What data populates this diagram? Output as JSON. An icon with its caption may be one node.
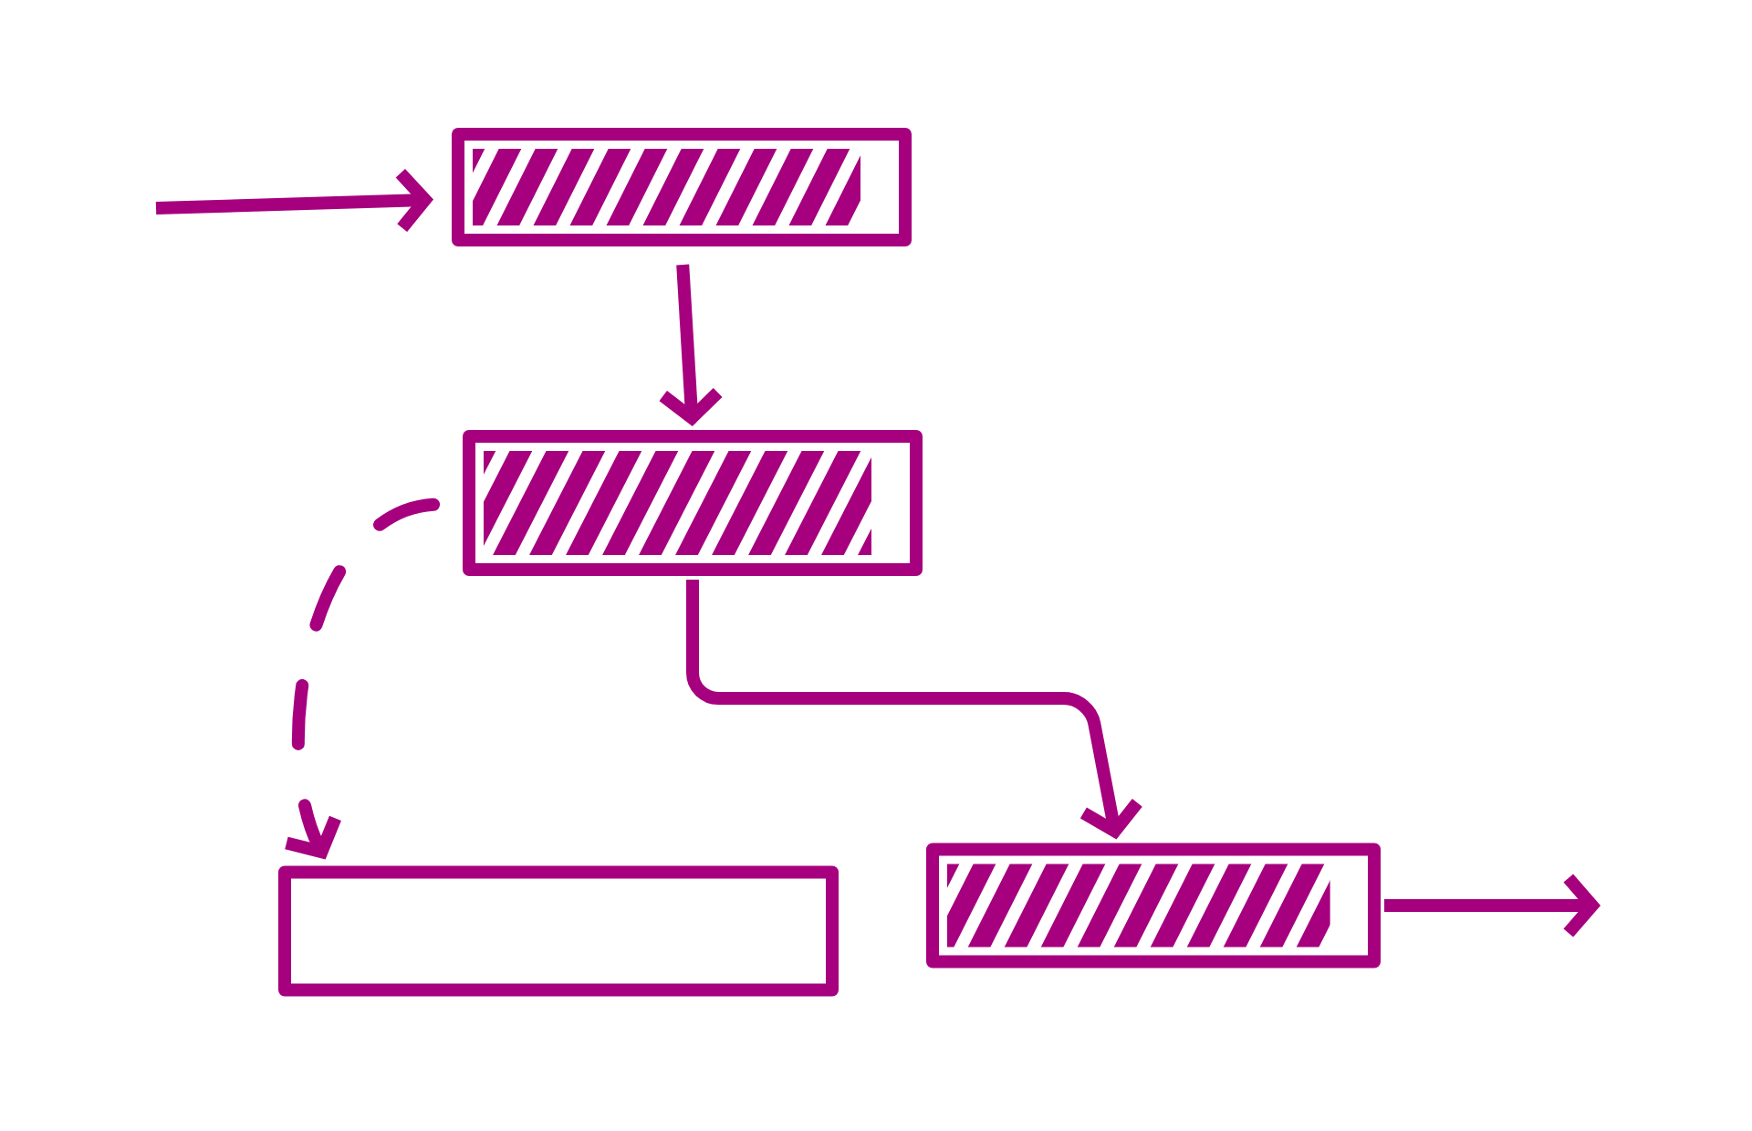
{
  "diagram": {
    "nodes": [
      {
        "text": [],
        "shape": "box"
      },
      {
        "text": [],
        "shape": "box"
      },
      {
        "text": [],
        "shape": "box"
      },
      {
        "text": [],
        "shape": "box"
      }
    ],
    "edges": [
      {
        "from": null,
        "to": 0,
        "arrow": "to"
      },
      {
        "from": 0,
        "to": 1,
        "arrow": "to"
      },
      {
        "from": 1,
        "to": 2,
        "arrow": "to",
        "style": "dashed"
      },
      {
        "from": 1,
        "to": 3,
        "arrow": "to"
      },
      {
        "from": 3,
        "to": null,
        "arrow": "to"
      }
    ]
  }
}
